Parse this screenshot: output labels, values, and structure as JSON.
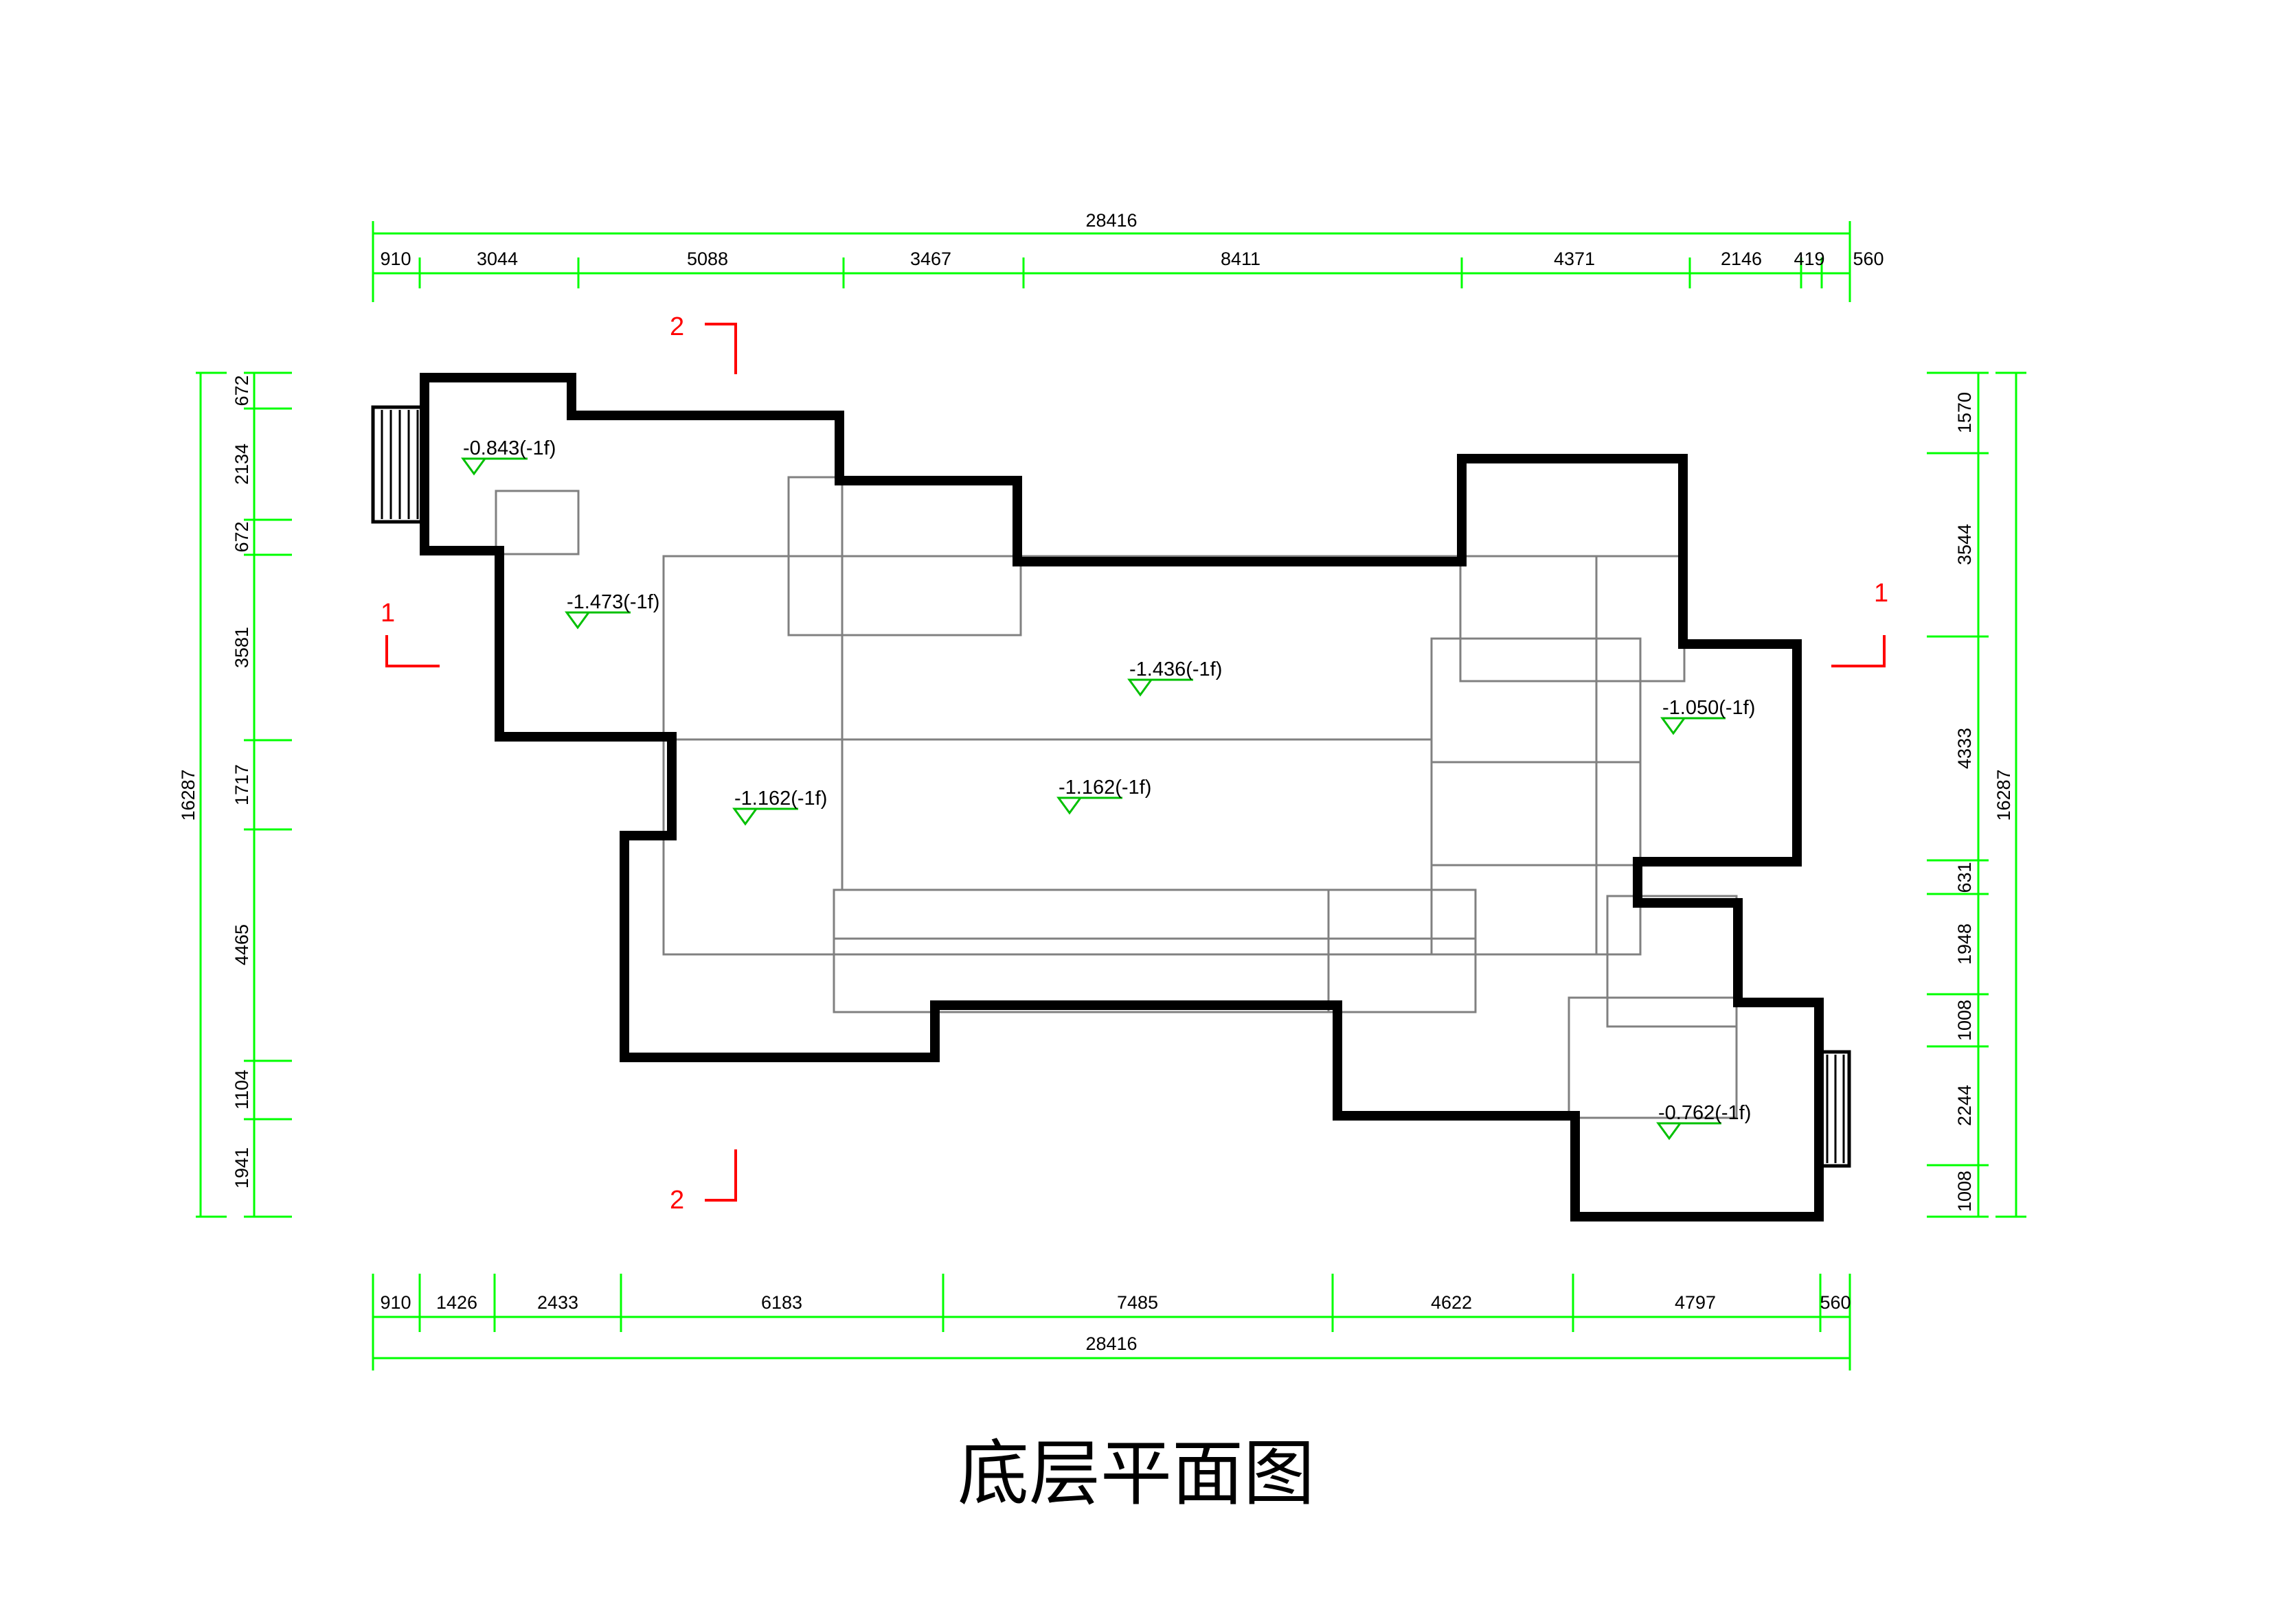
{
  "title": "底层平面图",
  "colors": {
    "dimension": "#00ff00",
    "wall": "#000000",
    "thin_line": "#808080",
    "section_mark": "#ff0000",
    "level_marker": "#00c000"
  },
  "dimensions": {
    "top_total": "28416",
    "top_segments": [
      "910",
      "3044",
      "5088",
      "3467",
      "8411",
      "4371",
      "2146",
      "419",
      "560"
    ],
    "bottom_total": "28416",
    "bottom_segments": [
      "910",
      "1426",
      "2433",
      "6183",
      "7485",
      "4622",
      "4797",
      "560"
    ],
    "left_total": "16287",
    "left_segments": [
      "672",
      "2134",
      "672",
      "3581",
      "1717",
      "4465",
      "1104",
      "1941"
    ],
    "right_total": "16287",
    "right_segments": [
      "1570",
      "3544",
      "4333",
      "631",
      "1948",
      "1008",
      "2244",
      "1008"
    ]
  },
  "levels": [
    "-0.843(-1f)",
    "-1.473(-1f)",
    "-1.436(-1f)",
    "-1.050(-1f)",
    "-1.162(-1f)",
    "-1.162(-1f)",
    "-0.762(-1f)"
  ],
  "section_marks": {
    "left_1": "1",
    "right_1": "1",
    "top_2": "2",
    "bottom_2": "2"
  }
}
